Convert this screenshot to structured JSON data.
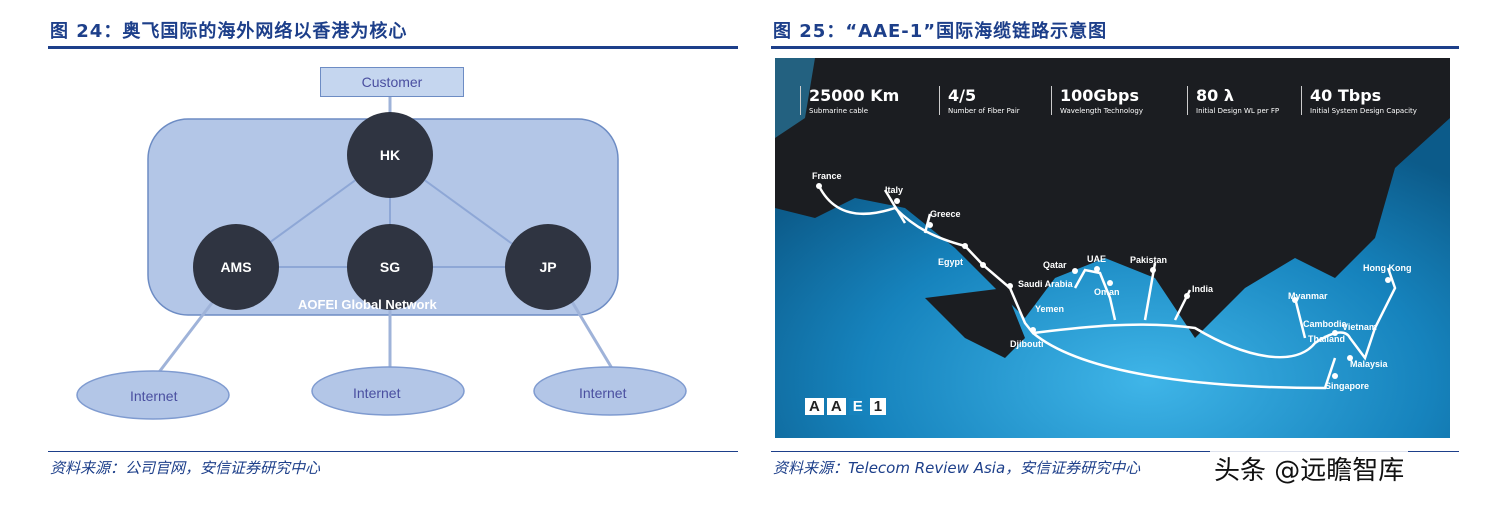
{
  "fig24": {
    "title": "图 24：奥飞国际的海外网络以香港为核心",
    "customer": "Customer",
    "network_label": "AOFEI Global Network",
    "nodes": {
      "hk": "HK",
      "ams": "AMS",
      "sg": "SG",
      "jp": "JP"
    },
    "internet": [
      "Internet",
      "Internet",
      "Internet"
    ],
    "source": "资料来源：公司官网，安信证券研究中心"
  },
  "fig25": {
    "title": "图 25：“AAE-1”国际海缆链路示意图",
    "stats": [
      {
        "value": "25000 Km",
        "label": "Submarine cable"
      },
      {
        "value": "4/5",
        "label": "Number of Fiber Pair"
      },
      {
        "value": "100Gbps",
        "label": "Wavelength Technology"
      },
      {
        "value": "80 λ",
        "label": "Initial Design WL per FP"
      },
      {
        "value": "40 Tbps",
        "label": "Initial System Design Capacity"
      }
    ],
    "cities": [
      "France",
      "Italy",
      "Greece",
      "Egypt",
      "Saudi Arabia",
      "Qatar",
      "UAE",
      "Oman",
      "Pakistan",
      "India",
      "Yemen",
      "Djibouti",
      "Myanmar",
      "Hong Kong",
      "Cambodia",
      "Vietnam",
      "Thailand",
      "Malaysia",
      "Singapore"
    ],
    "logo": [
      "A",
      "A",
      "E",
      "1"
    ],
    "source": "资料来源：Telecom Review Asia，安信证券研究中心"
  },
  "watermark": "头条 @远瞻智库",
  "colors": {
    "brand": "#1d3f8a",
    "sea": "#1e8fc6",
    "node": "#2f3441",
    "panel": "#b3c6e7"
  }
}
